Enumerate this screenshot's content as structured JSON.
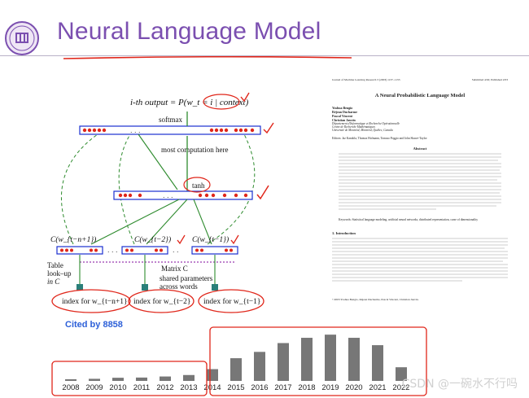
{
  "slide": {
    "title": "Neural Language Model",
    "cited": "Cited by 8858",
    "watermark": "CSDN @一碗水不行吗"
  },
  "diagram": {
    "output_label": "i-th output = P(w_t = i | context)",
    "softmax": "softmax",
    "most_computation": "most computation here",
    "tanh": "tanh",
    "c1": "C(w_{t−n+1})",
    "c2": "C(w_{t−2})",
    "c3": "C(w_{t−1})",
    "table_lookup_1": "Table",
    "table_lookup_2": "look–up",
    "table_lookup_3": "in C",
    "matrix": "Matrix C",
    "shared_1": "shared parameters",
    "shared_2": "across words",
    "idx1": "index for w_{t−n+1}",
    "idx2": "index for w_{t−2}",
    "idx3": "index for w_{t−1}"
  },
  "paper": {
    "header_left": "Journal of Machine Learning Research 3 (2003) 1137–1155",
    "header_right": "Submitted 4/02; Published 2/03",
    "title": "A Neural Probabilistic Language Model",
    "authors": [
      "Yoshua Bengio",
      "Réjean Ducharme",
      "Pascal Vincent",
      "Christian Jauvin"
    ],
    "affil": [
      "Département d'Informatique et Recherche Opérationnelle",
      "Centre de Recherche Mathématiques",
      "Université de Montréal, Montréal, Québec, Canada"
    ],
    "editors": "Editors: Jaz Kandola, Thomas Hofmann, Tomaso Poggio and John Shawe-Taylor",
    "abstract_head": "Abstract",
    "keywords": "Keywords: Statistical language modeling, artificial neural networks, distributed representation, curse of dimensionality",
    "intro_head": "1. Introduction",
    "copyright": "©2003 Yoshua Bengio, Réjean Ducharme, Pascal Vincent, Christian Jauvin."
  },
  "chart_data": {
    "type": "bar",
    "categories": [
      "2008",
      "2009",
      "2010",
      "2011",
      "2012",
      "2013",
      "2014",
      "2015",
      "2016",
      "2017",
      "2018",
      "2019",
      "2020",
      "2021",
      "2022"
    ],
    "values": [
      80,
      100,
      150,
      160,
      210,
      280,
      560,
      1080,
      1380,
      1800,
      2050,
      2200,
      2050,
      1700,
      650
    ],
    "ylim": [
      0,
      2400
    ],
    "xlabel": "",
    "ylabel": "",
    "bar_color": "#777777"
  },
  "colors": {
    "title": "#7b4fb0",
    "red": "#e0261a",
    "blue": "#1a2fd0",
    "green": "#2e8b2e",
    "teal": "#2a7f7a",
    "cited": "#2c5fd8"
  }
}
